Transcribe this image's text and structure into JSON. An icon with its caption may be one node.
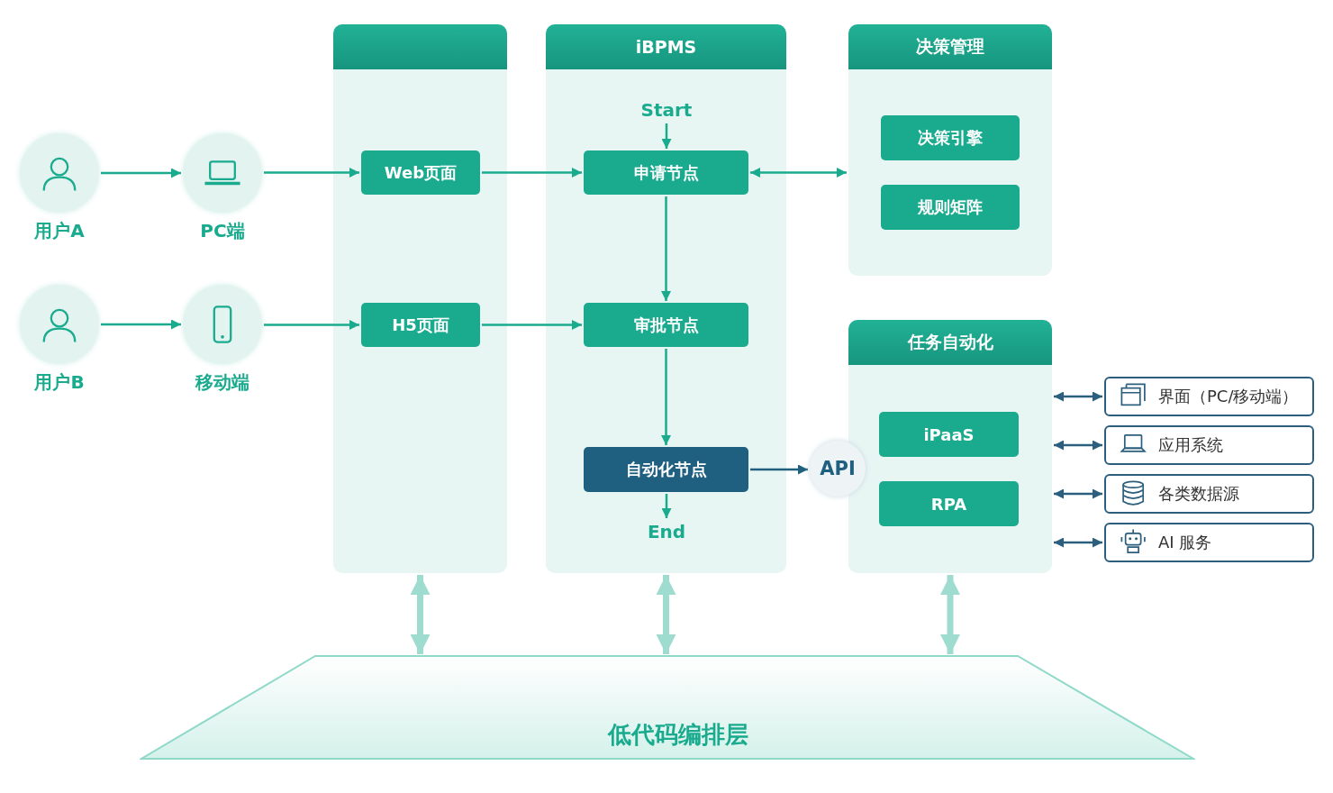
{
  "diagram": {
    "nodes": [
      {
        "text": [
          "用户A"
        ]
      },
      {
        "text": [
          "PC端"
        ]
      },
      {
        "text": [
          "用户B"
        ]
      },
      {
        "text": [
          "移动端"
        ]
      },
      {
        "text": [],
        "shape": "box"
      },
      {
        "text": [
          "Web页面"
        ],
        "in": 4
      },
      {
        "text": [
          "H5页面"
        ],
        "in": 4
      },
      {
        "text": [
          "iBPMS"
        ]
      },
      {
        "text": [
          "Start"
        ],
        "in": 7
      },
      {
        "text": [
          "申请节点"
        ],
        "in": 7
      },
      {
        "text": [
          "审批节点"
        ],
        "in": 7
      },
      {
        "text": [
          "自动化节点"
        ],
        "in": 7
      },
      {
        "text": [
          "End"
        ],
        "in": 7
      },
      {
        "text": [
          "决策管理"
        ]
      },
      {
        "text": [
          "决策引擎"
        ],
        "in": 13
      },
      {
        "text": [
          "规则矩阵"
        ],
        "in": 13
      },
      {
        "text": [
          "API"
        ]
      },
      {
        "text": [
          "任务自动化"
        ]
      },
      {
        "text": [
          "iPaaS"
        ],
        "in": 17
      },
      {
        "text": [
          "RPA"
        ],
        "in": 17
      },
      {
        "text": [
          "界面（PC/移动端）"
        ]
      },
      {
        "text": [
          "应用系统"
        ]
      },
      {
        "text": [
          "各类数据源"
        ]
      },
      {
        "text": [
          "AI 服务"
        ]
      },
      {
        "text": [
          "低代码编排层"
        ]
      }
    ],
    "edges": [
      {
        "from": 0,
        "to": 1,
        "arrow": "to"
      },
      {
        "from": 1,
        "to": 5,
        "arrow": "to"
      },
      {
        "from": 5,
        "to": 9,
        "arrow": "to"
      },
      {
        "from": 2,
        "to": 3,
        "arrow": "to"
      },
      {
        "from": 3,
        "to": 6,
        "arrow": "to"
      },
      {
        "from": 6,
        "to": 10,
        "arrow": "to"
      },
      {
        "from": 8,
        "to": 9,
        "arrow": "to"
      },
      {
        "from": 9,
        "to": 10,
        "arrow": "to"
      },
      {
        "from": 10,
        "to": 11,
        "arrow": "to"
      },
      {
        "from": 11,
        "to": 12,
        "arrow": "to"
      },
      {
        "from": 9,
        "to": 13,
        "arrow": "both"
      },
      {
        "from": 11,
        "to": 16,
        "arrow": "to",
        "color": "#1f5f80"
      },
      {
        "from": 17,
        "to": 20,
        "arrow": "both",
        "color": "#2b5f7d"
      },
      {
        "from": 17,
        "to": 21,
        "arrow": "both",
        "color": "#2b5f7d"
      },
      {
        "from": 17,
        "to": 22,
        "arrow": "both",
        "color": "#2b5f7d"
      },
      {
        "from": 17,
        "to": 23,
        "arrow": "both",
        "color": "#2b5f7d"
      },
      {
        "from": 4,
        "to": 24,
        "arrow": "both",
        "style": "thick",
        "color": "#9edccf"
      },
      {
        "from": 7,
        "to": 24,
        "arrow": "both",
        "style": "thick",
        "color": "#9edccf"
      },
      {
        "from": 17,
        "to": 24,
        "arrow": "both",
        "style": "thick",
        "color": "#9edccf"
      }
    ]
  }
}
